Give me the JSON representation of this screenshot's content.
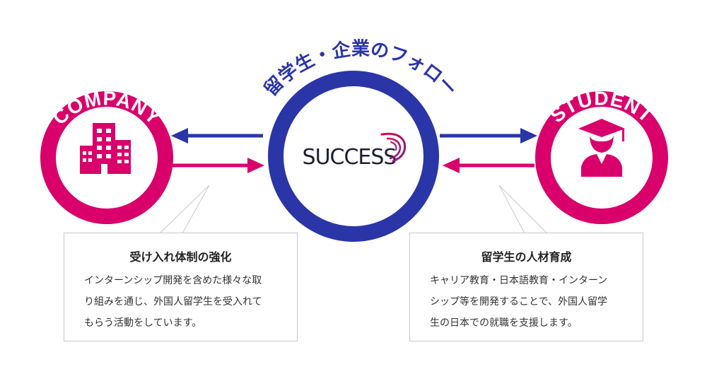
{
  "title_arc": "留学生・企業のフォロー",
  "center": {
    "logo_text": "SUCCESS"
  },
  "company": {
    "label": "COMPANY",
    "icon": "building-icon"
  },
  "student": {
    "label": "STUDENT",
    "icon": "graduate-icon"
  },
  "left_box": {
    "title": "受け入れ体制の強化",
    "lines": [
      "インターンシップ開発を含めた様々な取",
      "り組みを通じ、外国人留学生を受入れて",
      "もらう活動をしています。"
    ]
  },
  "right_box": {
    "title": "留学生の人材育成",
    "lines": [
      "キャリア教育・日本語教育・インターン",
      "シップ等を開発することで、外国人留学",
      "生の日本での就職を支援します。"
    ]
  },
  "colors": {
    "magenta": "#d9006c",
    "navy": "#2a35a8",
    "text": "#222222",
    "border": "#c9c9d2"
  }
}
